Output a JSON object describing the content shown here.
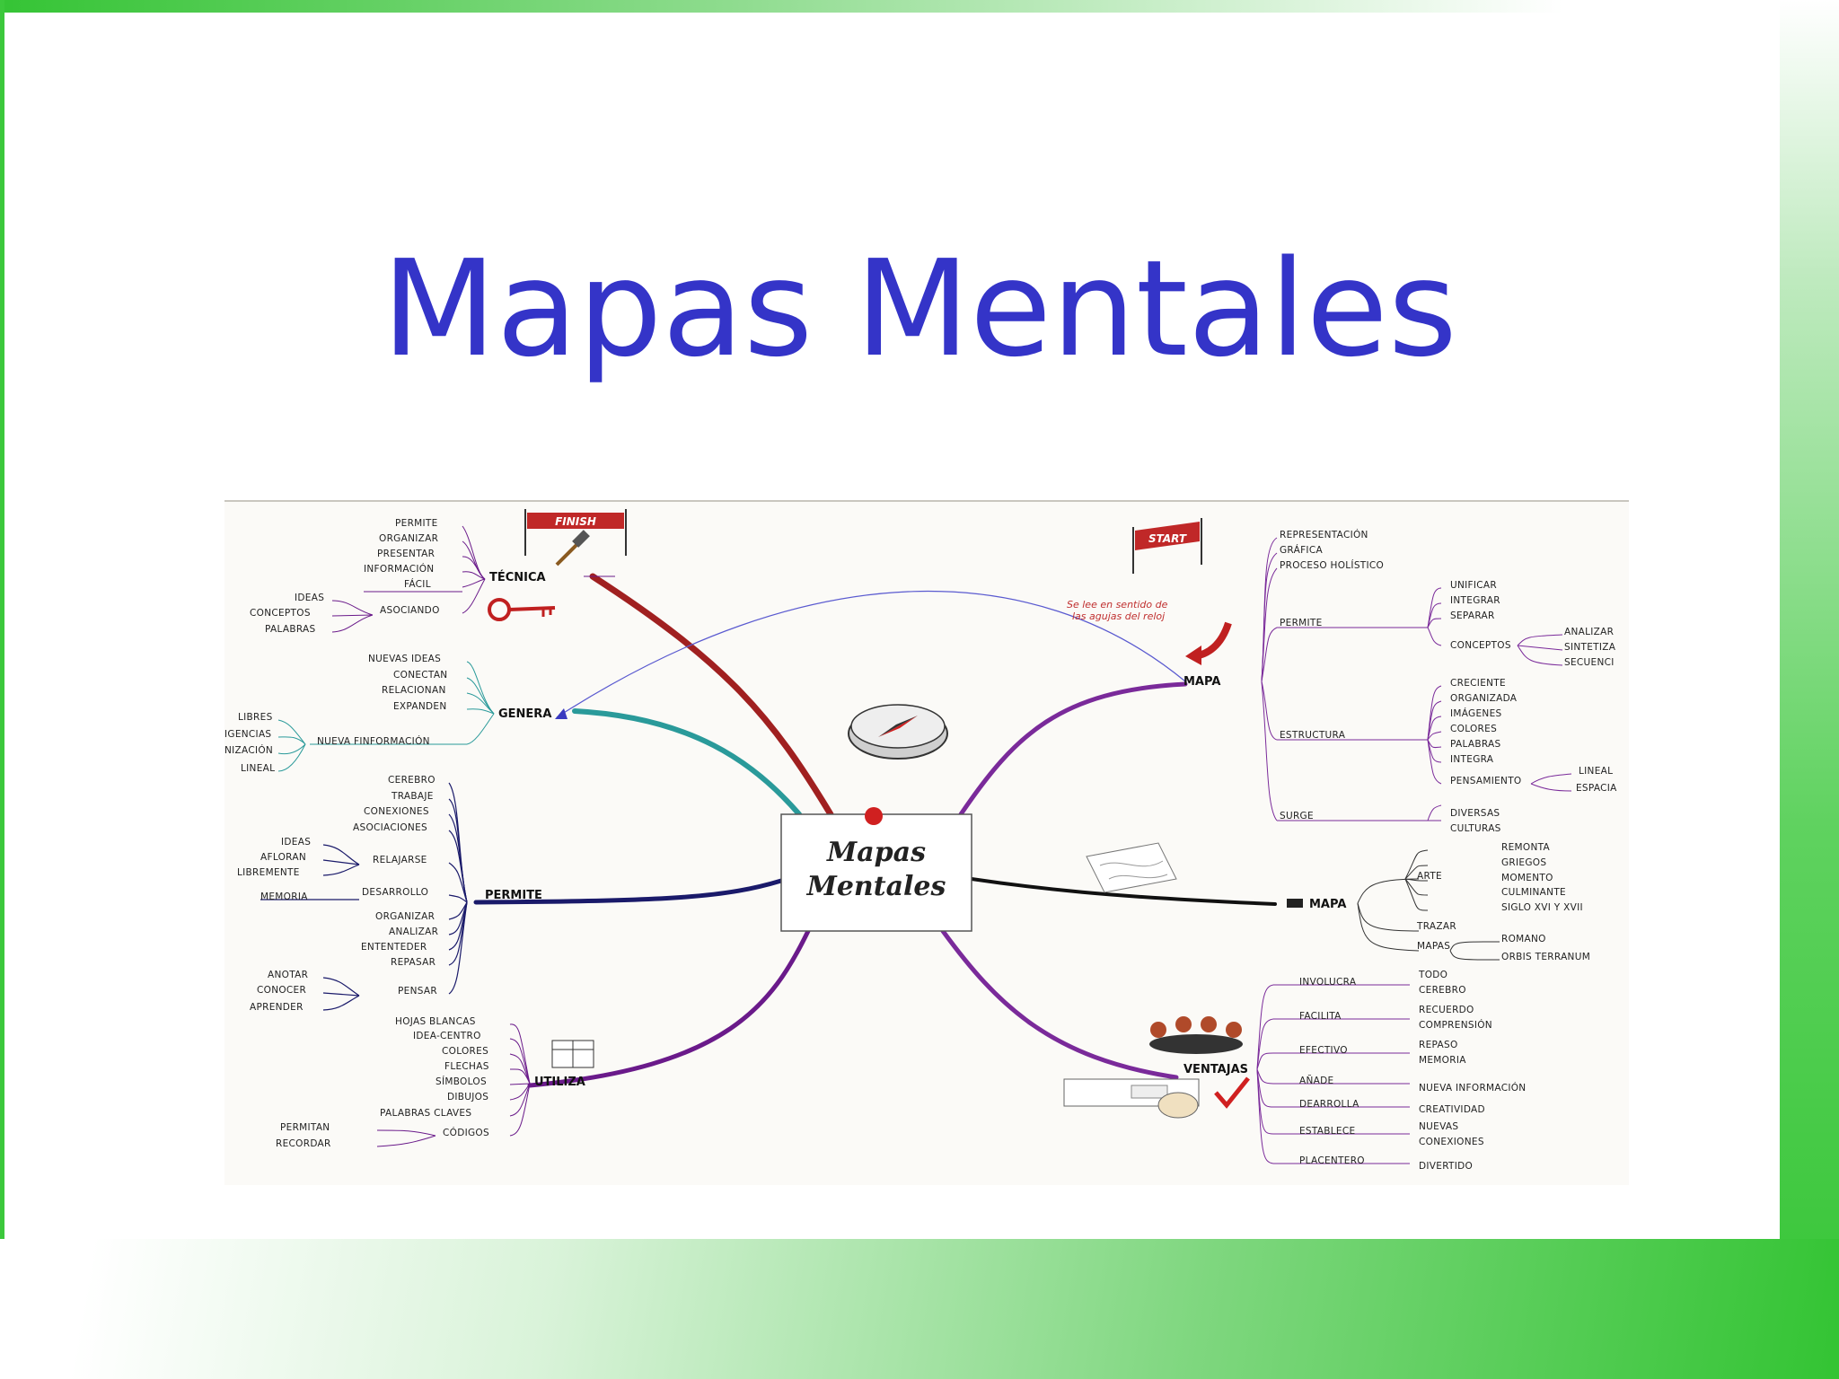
{
  "title": "Mapas Mentales",
  "center": {
    "line1": "Mapas",
    "line2": "Mentales"
  },
  "flags": {
    "finish": "FINISH",
    "start": "START"
  },
  "note": {
    "line1": "Se lee en sentido de",
    "line2": "las agujas del reloj"
  },
  "branches": {
    "tecnica": {
      "label": "TÉCNICA",
      "items": [
        "PERMITE",
        "ORGANIZAR",
        "PRESENTAR",
        "INFORMACIÓN",
        "FÁCIL",
        "ASOCIANDO"
      ],
      "asociando": [
        "IDEAS",
        "CONCEPTOS",
        "PALABRAS"
      ]
    },
    "genera": {
      "label": "GENERA",
      "items": [
        "NUEVAS IDEAS",
        "CONECTAN",
        "RELACIONAN",
        "EXPANDEN",
        "NUEVA FINFORMACIÓN"
      ],
      "sub": [
        "LIBRES",
        "IGENCIAS",
        "NIZACIÓN",
        "LINEAL"
      ]
    },
    "permite": {
      "label": "PERMITE",
      "items": [
        "CEREBRO",
        "TRABAJE",
        "CONEXIONES",
        "ASOCIACIONES",
        "RELAJARSE",
        "DESARROLLO",
        "ORGANIZAR",
        "ANALIZAR",
        "ENTENTEDER",
        "REPASAR",
        "PENSAR"
      ],
      "relajarse": [
        "IDEAS",
        "AFLORAN",
        "LIBREMENTE"
      ],
      "desarrollo": [
        "MEMORIA"
      ],
      "pensar": [
        "ANOTAR",
        "CONOCER",
        "APRENDER"
      ]
    },
    "utiliza": {
      "label": "UTILIZA",
      "items": [
        "HOJAS BLANCAS",
        "IDEA-CENTRO",
        "COLORES",
        "FLECHAS",
        "SÍMBOLOS",
        "DIBUJOS",
        "PALABRAS CLAVES",
        "CÓDIGOS"
      ],
      "codigos": [
        "PERMITAN",
        "RECORDAR"
      ]
    },
    "mapa_top": {
      "label": "MAPA",
      "items": [
        "REPRESENTACIÓN",
        "GRÁFICA",
        "PROCESO HOLÍSTICO",
        "PERMITE",
        "ESTRUCTURA",
        "SURGE"
      ],
      "permite": [
        "UNIFICAR",
        "INTEGRAR",
        "SEPARAR",
        "CONCEPTOS"
      ],
      "conceptos": [
        "ANALIZAR",
        "SINTETIZA",
        "SECUENCI"
      ],
      "estructura": [
        "CRECIENTE",
        "ORGANIZADA",
        "IMÁGENES",
        "COLORES",
        "PALABRAS",
        "INTEGRA",
        "PENSAMIENTO"
      ],
      "pensamiento": [
        "LINEAL",
        "ESPACIA"
      ],
      "surge": [
        "DIVERSAS",
        "CULTURAS"
      ]
    },
    "mapa_mid": {
      "label": "MAPA",
      "items": [
        "ARTE",
        "TRAZAR",
        "MAPAS"
      ],
      "arte": [
        "REMONTA",
        "GRIEGOS",
        "MOMENTO",
        "CULMINANTE",
        "SIGLO XVI Y XVII"
      ],
      "mapas": [
        "ROMANO",
        "ORBIS TERRANUM"
      ]
    },
    "ventajas": {
      "label": "VENTAJAS",
      "items": [
        "INVOLUCRA",
        "FACILITA",
        "EFECTIVO",
        "AÑADE",
        "DEARROLLA",
        "ESTABLECE",
        "PLACENTERO"
      ],
      "subs": [
        "TODO",
        "CEREBRO",
        "RECUERDO",
        "COMPRENSIÓN",
        "REPASO",
        "MEMORIA",
        "NUEVA INFORMACIÓN",
        "CREATIVIDAD",
        "NUEVAS",
        "CONEXIONES",
        "DIVERTIDO"
      ]
    }
  },
  "colors": {
    "title": "#3434c8",
    "tecnica_branch": "#a02020",
    "genera_branch": "#2a9a9a",
    "permite_branch": "#1a1a6a",
    "utiliza_branch": "#6a1a8a",
    "mapa_branch": "#7a2a9a",
    "mapa_mid_branch": "#111111",
    "ventajas_branch": "#7a2a9a"
  },
  "icons": [
    "hammer-icon",
    "key-icon",
    "compass-icon",
    "finish-flag-icon",
    "start-flag-icon",
    "map-drawing-icon",
    "people-icon",
    "checkmark-icon",
    "table-icon",
    "hand-icon"
  ]
}
